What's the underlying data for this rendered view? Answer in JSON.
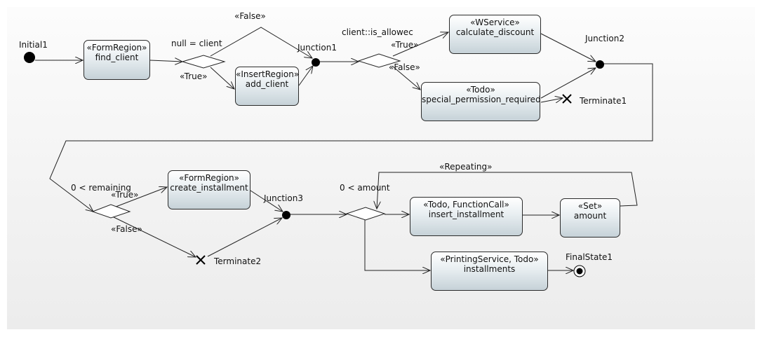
{
  "labels": {
    "initial": "Initial1",
    "null_client": "null = client",
    "false_top": "«False»",
    "true_left": "«True»",
    "junction1": "Junction1",
    "is_allowed": "client::is_allowec",
    "true_right": "«True»",
    "false_right": "«False»",
    "junction2": "Junction2",
    "terminate1": "Terminate1",
    "remaining": "0 < remaining",
    "true_bottom": "«True»",
    "false_bottom": "«False»",
    "junction3": "Junction3",
    "terminate2": "Terminate2",
    "amount_guard": "0 < amount",
    "repeating": "«Repeating»",
    "final": "FinalState1"
  },
  "nodes": {
    "find_client": {
      "stereotype": "«FormRegion»",
      "name": "find_client"
    },
    "add_client": {
      "stereotype": "«InsertRegion»",
      "name": "add_client"
    },
    "calculate_discount": {
      "stereotype": "«WService»",
      "name": "calculate_discount"
    },
    "special_permission": {
      "stereotype": "«Todo»",
      "name": "special_permission_required"
    },
    "create_installment": {
      "stereotype": "«FormRegion»",
      "name": "create_installment"
    },
    "insert_installment": {
      "stereotype": "«Todo, FunctionCall»",
      "name": "insert_installment"
    },
    "set_amount": {
      "stereotype": "«Set»",
      "name": "amount"
    },
    "installments": {
      "stereotype": "«PrintingService, Todo»",
      "name": "installments"
    }
  }
}
